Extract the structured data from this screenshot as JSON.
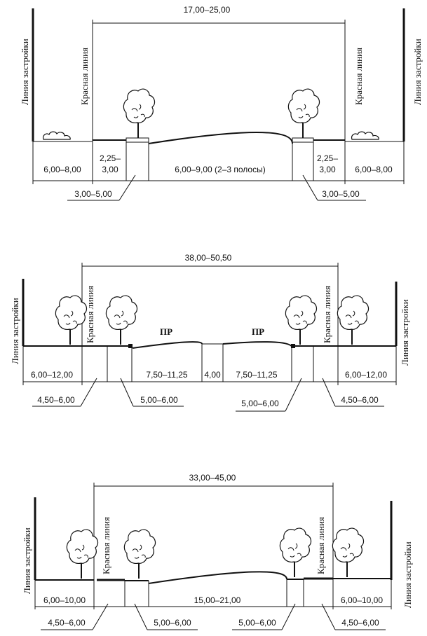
{
  "sections": [
    {
      "id": "s1",
      "overall_width": "17,00–25,00",
      "building_line_label": "Линия застройки",
      "red_line_label": "Красная линия",
      "widths": {
        "left_setback": "6,00–8,00",
        "left_sidewalk_a": "2,25–",
        "left_sidewalk_b": "3,00",
        "carriageway": "6,00–9,00 (2–3 полосы)",
        "right_sidewalk_a": "2,25–",
        "right_sidewalk_b": "3,00",
        "right_setback": "6,00–8,00",
        "left_callout": "3,00–5,00",
        "right_callout": "3,00–5,00"
      }
    },
    {
      "id": "s2",
      "overall_width": "38,00–50,50",
      "building_line_label": "Линия застройки",
      "red_line_label": "Красная линия",
      "lane_label_left": "ПР",
      "lane_label_right": "ПР",
      "widths": {
        "left_setback": "6,00–12,00",
        "left_carriageway": "7,50–11,25",
        "median": "4,00",
        "right_carriageway": "7,50–11,25",
        "right_setback": "6,00–12,00",
        "left_callout_outer": "4,50–6,00",
        "left_callout_inner": "5,00–6,00",
        "right_callout_inner": "5,00–6,00",
        "right_callout_outer": "4,50–6,00"
      }
    },
    {
      "id": "s3",
      "overall_width": "33,00–45,00",
      "building_line_label": "Линия застройки",
      "red_line_label": "Красная линия",
      "widths": {
        "left_setback": "6,00–10,00",
        "carriageway": "15,00–21,00",
        "right_setback": "6,00–10,00",
        "left_callout_outer": "4,50–6,00",
        "left_callout_inner": "5,00–6,00",
        "right_callout_inner": "5,00–6,00",
        "right_callout_outer": "4,50–6,00"
      }
    }
  ]
}
